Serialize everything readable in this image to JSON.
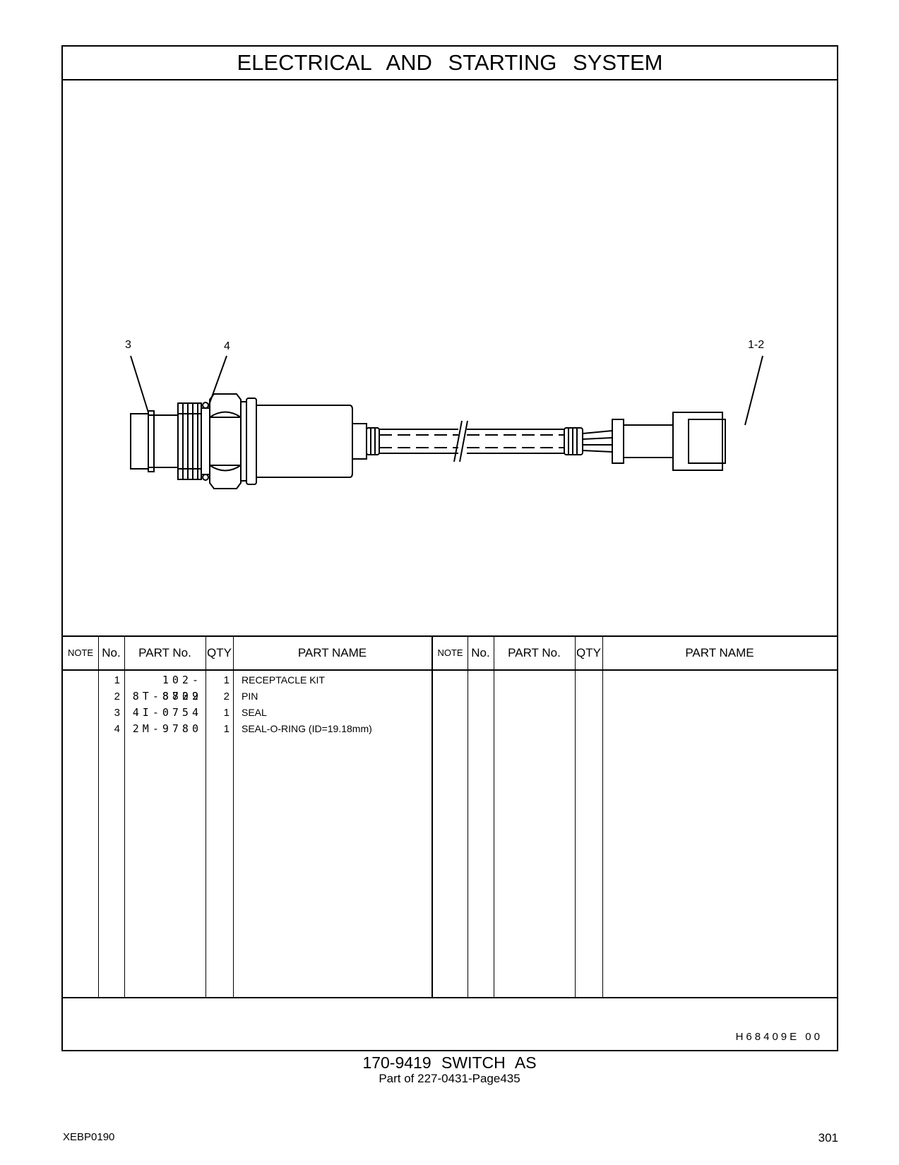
{
  "page_title": "ELECTRICAL AND STARTING SYSTEM",
  "callouts": [
    "3",
    "4",
    "1-2"
  ],
  "table": {
    "headers": {
      "note": "NOTE",
      "no": "No.",
      "part_no": "PART No.",
      "qty": "QTY",
      "part_name": "PART NAME"
    },
    "rows": [
      {
        "no": "1",
        "part_no": "102-8802",
        "qty": "1",
        "name": "RECEPTACLE  KIT"
      },
      {
        "no": "2",
        "part_no": "8T-8729",
        "qty": "2",
        "name": "PIN"
      },
      {
        "no": "3",
        "part_no": "4I-0754",
        "qty": "1",
        "name": "SEAL"
      },
      {
        "no": "4",
        "part_no": "2M-9780",
        "qty": "1",
        "name": "SEAL-O-RING (ID=19.18mm)"
      }
    ]
  },
  "document_code": "H68409E   00",
  "caption": {
    "title": "170-9419  SWITCH  AS",
    "subtitle": "Part of 227-0431-Page435"
  },
  "footer": {
    "left": "XEBP0190",
    "page_number": "301"
  }
}
